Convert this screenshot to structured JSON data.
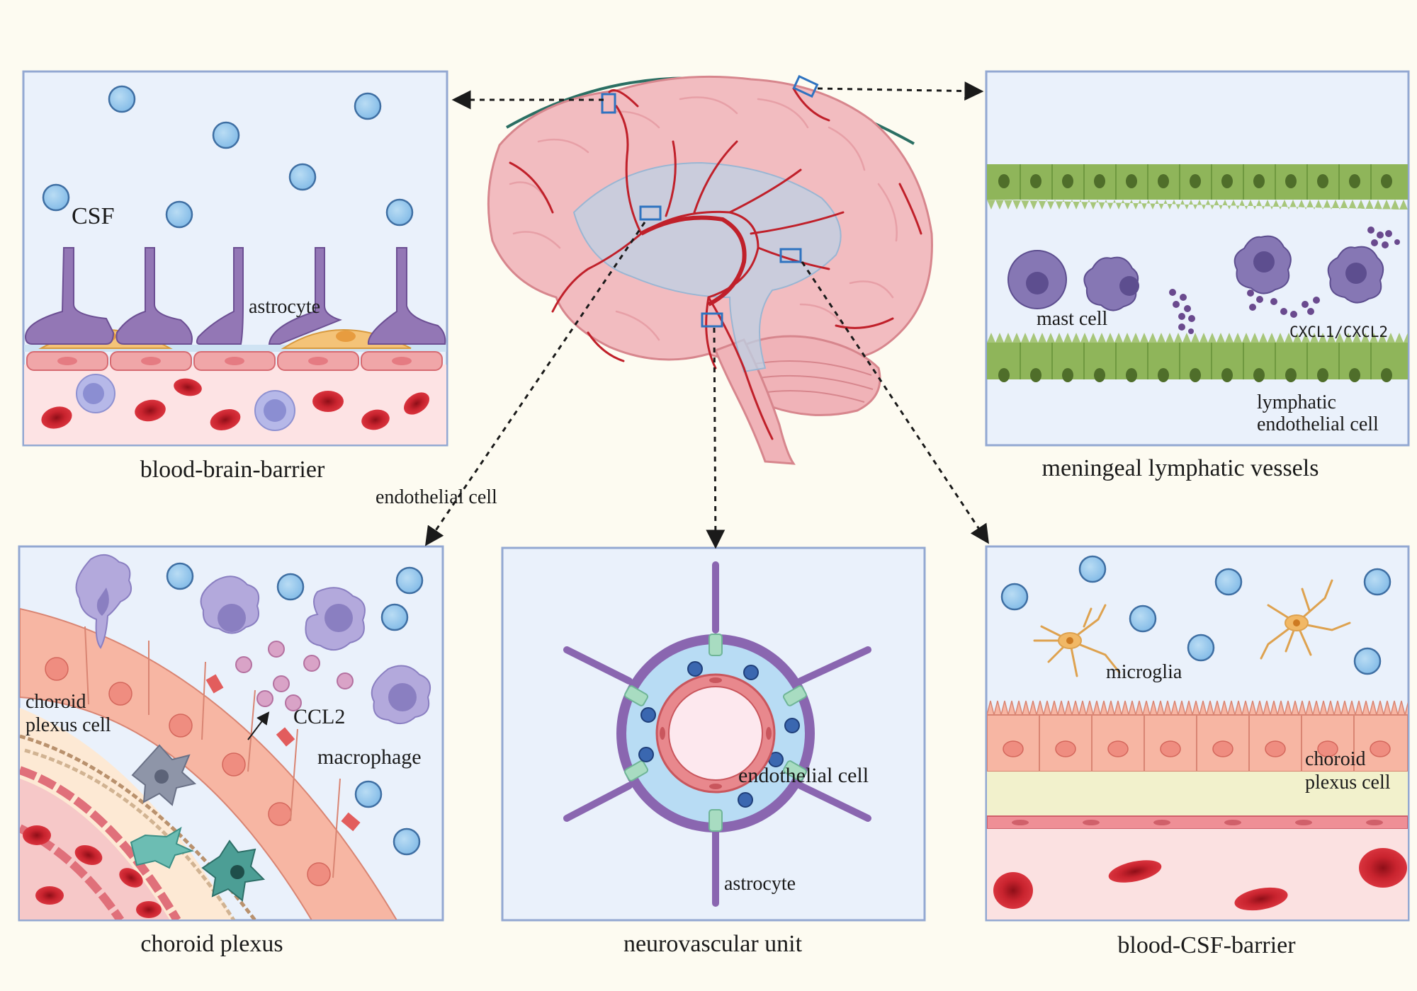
{
  "panels": {
    "bbb": {
      "caption": "blood-brain-barrier",
      "labels": {
        "csf": "CSF",
        "astrocyte": "astrocyte"
      }
    },
    "mlv": {
      "caption": "meningeal lymphatic vessels",
      "labels": {
        "mast_cell": "mast cell",
        "cxcl": "CXCL1/CXCL2",
        "lymphatic_1": "lymphatic",
        "lymphatic_2": "endothelial cell"
      }
    },
    "cp": {
      "caption": "choroid plexus",
      "labels": {
        "cp_cell_1": "choroid",
        "cp_cell_2": "plexus cell",
        "ccl2": "CCL2",
        "macrophage": "macrophage"
      }
    },
    "nvu": {
      "caption": "neurovascular unit",
      "labels": {
        "endothelial": "endothelial cell",
        "astrocyte": "astrocyte"
      }
    },
    "bcsfb": {
      "caption": "blood-CSF-barrier",
      "labels": {
        "microglia": "microglia",
        "cp_cell_1": "choroid",
        "cp_cell_2": "plexus cell"
      }
    }
  },
  "center": {
    "endothelial_label": "endothelial cell"
  },
  "colors": {
    "background": "#fdfbf1",
    "panel_fill": "#eaf1fb",
    "panel_border": "#93a8d2",
    "csf_particle": "#96c8ec",
    "astrocyte": "#9377b5",
    "blood_vessel": "#f0a6a8",
    "red_blood_cell": "#c8232e",
    "lymphatic_cell": "#8fb55a",
    "mast_cell": "#8677b4",
    "choroid_plexus_cell": "#f7b6a3",
    "microglia": "#f1b866",
    "brain": "#f2bcc0",
    "artery": "#c0202a"
  }
}
